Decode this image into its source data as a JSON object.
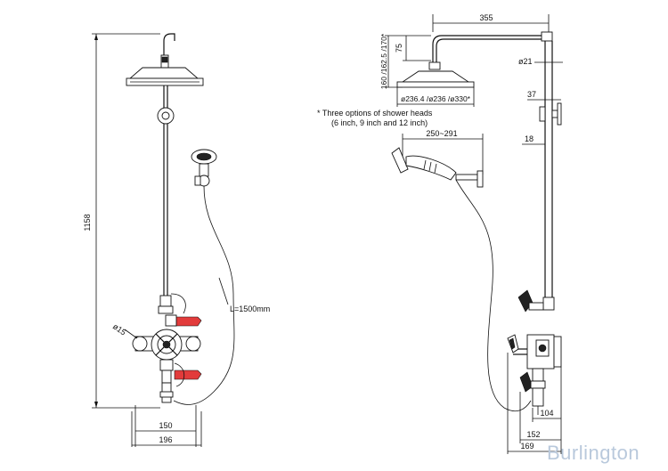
{
  "front_view": {
    "height_dim": "1158",
    "hose_length": "L=1500mm",
    "pipe_diameter": "ø15",
    "width_inner": "150",
    "width_outer": "196"
  },
  "side_view": {
    "arm_length": "355",
    "arm_drop": "75",
    "head_height_options": "160 /162.5 /170*",
    "riser_diameter": "ø21",
    "head_diameters": "ø236.4 /ø236 /ø330*",
    "bracket_offset": "37",
    "bracket_depth": "18",
    "handset_reach": "250~291",
    "note_line1": "* Three options of shower heads",
    "note_line2": "(6 inch, 9 inch and 12 inch)",
    "valve_depth_1": "104",
    "valve_depth_2": "152",
    "valve_depth_3": "169"
  },
  "brand": {
    "logo_text": "Burlington",
    "color": "#b9c9dc"
  }
}
